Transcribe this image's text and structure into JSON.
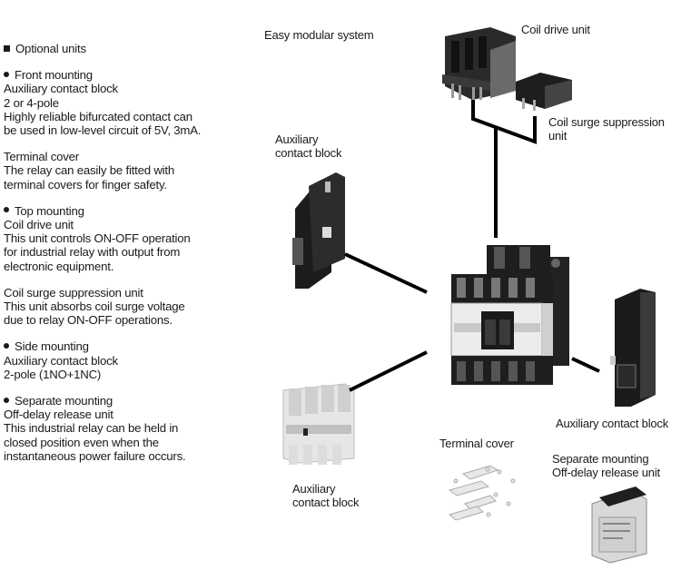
{
  "left_column": {
    "heading": "Optional units",
    "sections": [
      {
        "bullet": true,
        "lines": [
          "Front mounting",
          "Auxiliary contact block",
          "2 or 4-pole",
          "Highly reliable bifurcated contact can",
          "be used in low-level circuit of 5V, 3mA."
        ]
      },
      {
        "bullet": false,
        "lines": [
          "Terminal cover",
          "The relay can easily be fitted with",
          "terminal covers for finger safety."
        ]
      },
      {
        "bullet": true,
        "lines": [
          "Top mounting",
          "Coil drive unit",
          "This unit controls ON-OFF operation",
          "for industrial relay with output from",
          "electronic equipment."
        ]
      },
      {
        "bullet": false,
        "lines": [
          "Coil surge suppression unit",
          "This unit absorbs coil surge voltage",
          "due to relay ON-OFF operations."
        ]
      },
      {
        "bullet": true,
        "lines": [
          "Side mounting",
          "Auxiliary contact block",
          "2-pole (1NO+1NC)"
        ]
      },
      {
        "bullet": true,
        "lines": [
          "Separate mounting",
          "Off-delay release unit",
          "This industrial relay can be held in",
          "closed position even when the",
          "instantaneous power failure occurs."
        ]
      }
    ]
  },
  "diagram": {
    "title": "Easy modular system",
    "labels": {
      "coil_drive": "Coil drive unit",
      "coil_surge_1": "Coil surge suppression",
      "coil_surge_2": "unit",
      "aux_top_1": "Auxiliary",
      "aux_top_2": "contact block",
      "aux_side": "Auxiliary contact block",
      "aux_front_1": "Auxiliary",
      "aux_front_2": "contact block",
      "terminal_cover": "Terminal cover",
      "separate_1": "Separate mounting",
      "separate_2": "Off-delay release unit"
    }
  }
}
